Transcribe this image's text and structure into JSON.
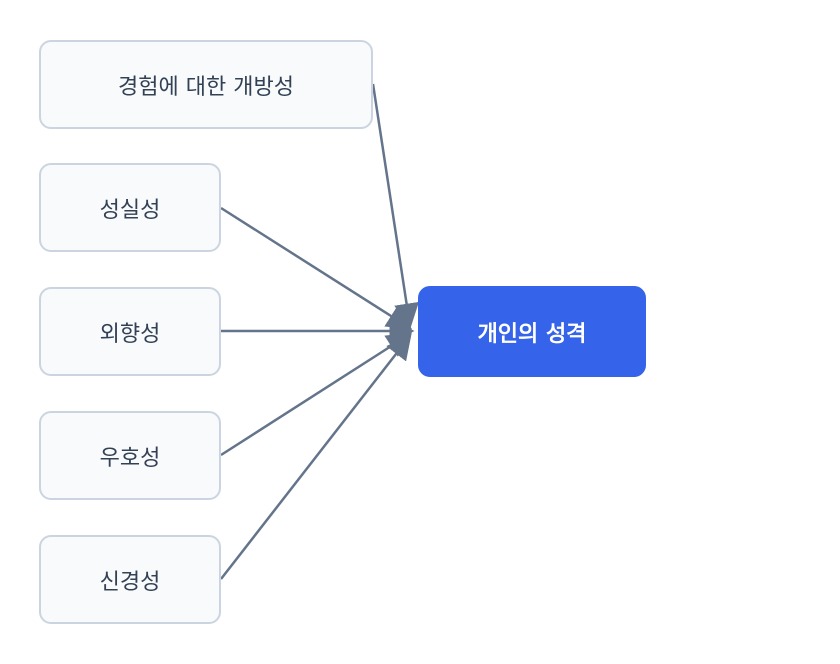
{
  "diagram": {
    "target": {
      "label": "개인의 성격"
    },
    "sources": [
      {
        "label": "경험에 대한 개방성"
      },
      {
        "label": "성실성"
      },
      {
        "label": "외향성"
      },
      {
        "label": "우호성"
      },
      {
        "label": "신경성"
      }
    ]
  },
  "colors": {
    "edge": "#64748b",
    "source_fill": "#f8fafc",
    "source_border": "#cbd5e1",
    "source_text": "#334155",
    "target_fill": "#3563e9",
    "target_text": "#ffffff"
  }
}
